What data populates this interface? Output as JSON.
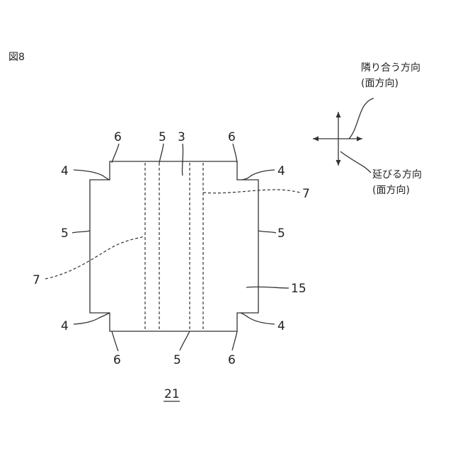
{
  "figure_label": "図8",
  "reference_number": "21",
  "direction_labels": {
    "adjacent": "隣り合う方向",
    "adjacent_sub": "(面方向)",
    "extend": "延びる方向",
    "extend_sub": "(面方向)"
  },
  "part_labels": {
    "top_left_6": "6",
    "top_5": "5",
    "top_3": "3",
    "top_right_6": "6",
    "left_top_4": "4",
    "right_top_4": "4",
    "right_7": "7",
    "left_5": "5",
    "right_5": "5",
    "left_7": "7",
    "right_15": "15",
    "left_bottom_4": "4",
    "right_bottom_4": "4",
    "bottom_left_6": "6",
    "bottom_5": "5",
    "bottom_right_6": "6"
  }
}
